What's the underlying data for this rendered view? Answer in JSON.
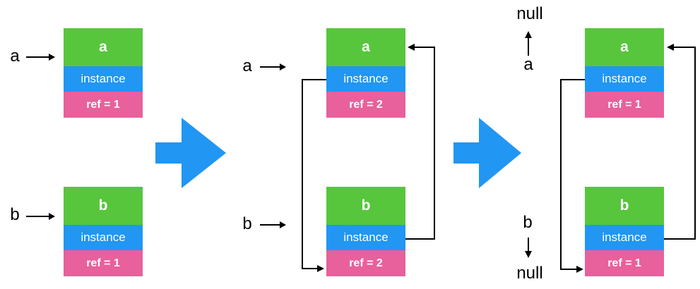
{
  "colors": {
    "green": "#57C63D",
    "blue": "#2196F3",
    "pink": "#E8609C",
    "line": "#000000"
  },
  "left": {
    "a_label": "a",
    "b_label": "b",
    "obj_a": {
      "title": "a",
      "instance": "instance",
      "ref": "ref = 1"
    },
    "obj_b": {
      "title": "b",
      "instance": "instance",
      "ref": "ref = 1"
    }
  },
  "middle": {
    "a_label": "a",
    "b_label": "b",
    "obj_a": {
      "title": "a",
      "instance": "instance",
      "ref": "ref = 2"
    },
    "obj_b": {
      "title": "b",
      "instance": "instance",
      "ref": "ref = 2"
    }
  },
  "right": {
    "null_top": "null",
    "a_label": "a",
    "b_label": "b",
    "null_bottom": "null",
    "obj_a": {
      "title": "a",
      "instance": "instance",
      "ref": "ref = 1"
    },
    "obj_b": {
      "title": "b",
      "instance": "instance",
      "ref": "ref = 1"
    }
  }
}
